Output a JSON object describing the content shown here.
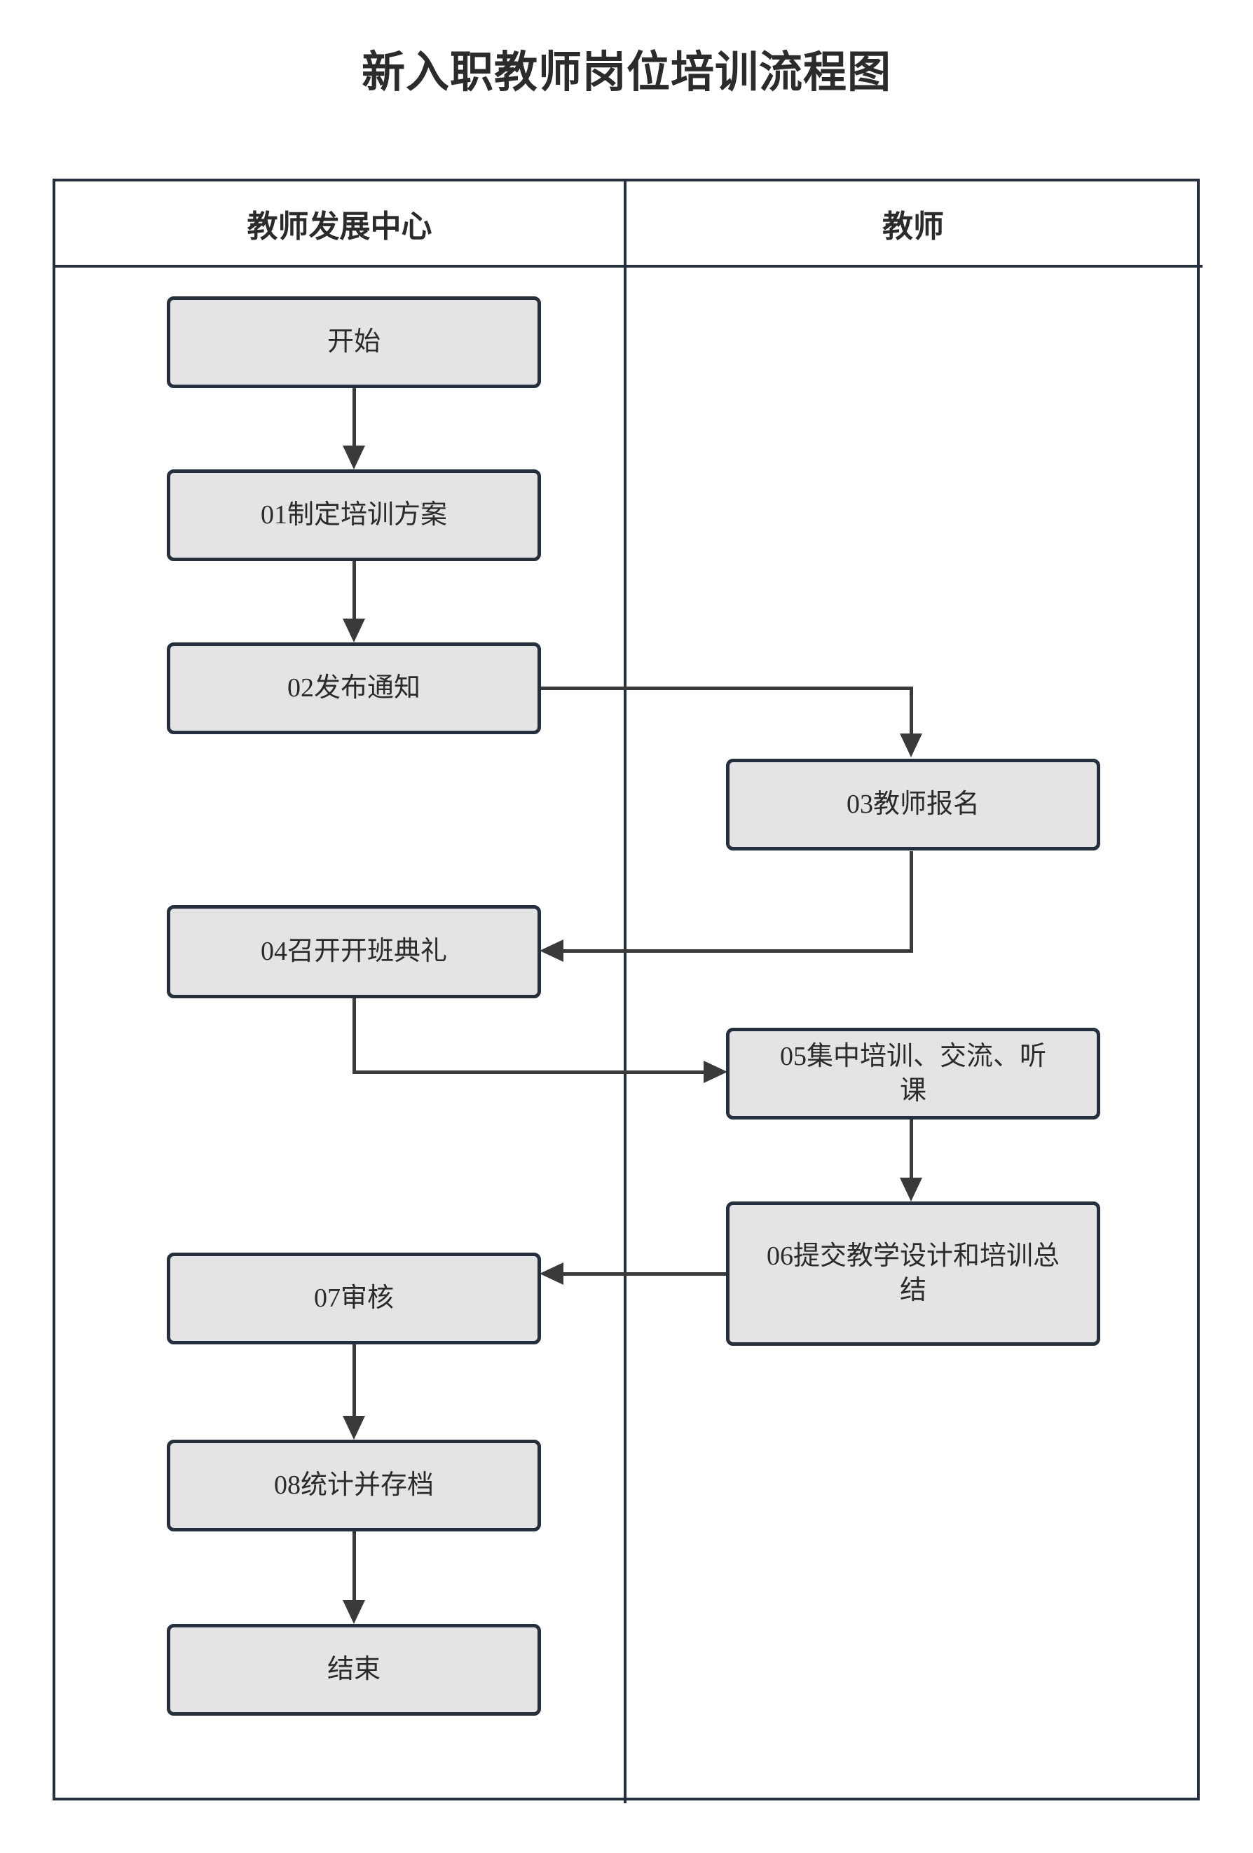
{
  "title": "新入职教师岗位培训流程图",
  "lanes": [
    {
      "id": "lane-left",
      "label": "教师发展中心"
    },
    {
      "id": "lane-right",
      "label": "教师"
    }
  ],
  "colors": {
    "node_fill": "#e4e4e4",
    "node_border": "#262f3d",
    "frame_border": "#262f3d",
    "connector": "#3a3a3a",
    "text": "#2b2b2b",
    "background": "#ffffff"
  },
  "nodes": [
    {
      "id": "start",
      "lane": "lane-left",
      "label": "开始",
      "shape": "rounded-rect"
    },
    {
      "id": "n01",
      "lane": "lane-left",
      "label": "01制定培训方案",
      "shape": "rounded-rect"
    },
    {
      "id": "n02",
      "lane": "lane-left",
      "label": "02发布通知",
      "shape": "rounded-rect"
    },
    {
      "id": "n03",
      "lane": "lane-right",
      "label": "03教师报名",
      "shape": "rounded-rect"
    },
    {
      "id": "n04",
      "lane": "lane-left",
      "label": "04召开开班典礼",
      "shape": "rounded-rect"
    },
    {
      "id": "n05",
      "lane": "lane-right",
      "label": "05集中培训、交流、听课",
      "shape": "rounded-rect"
    },
    {
      "id": "n06",
      "lane": "lane-right",
      "label": "06提交教学设计和培训总结",
      "shape": "rounded-rect"
    },
    {
      "id": "n07",
      "lane": "lane-left",
      "label": "07审核",
      "shape": "rounded-rect"
    },
    {
      "id": "n08",
      "lane": "lane-left",
      "label": "08统计并存档",
      "shape": "rounded-rect"
    },
    {
      "id": "end",
      "lane": "lane-left",
      "label": "结束",
      "shape": "rounded-rect"
    }
  ],
  "edges": [
    {
      "from": "start",
      "to": "n01",
      "direction": "down"
    },
    {
      "from": "n01",
      "to": "n02",
      "direction": "down"
    },
    {
      "from": "n02",
      "to": "n03",
      "direction": "right-then-down"
    },
    {
      "from": "n03",
      "to": "n04",
      "direction": "down-then-left"
    },
    {
      "from": "n04",
      "to": "n05",
      "direction": "down-then-right"
    },
    {
      "from": "n05",
      "to": "n06",
      "direction": "down"
    },
    {
      "from": "n06",
      "to": "n07",
      "direction": "left"
    },
    {
      "from": "n07",
      "to": "n08",
      "direction": "down"
    },
    {
      "from": "n08",
      "to": "end",
      "direction": "down"
    }
  ]
}
